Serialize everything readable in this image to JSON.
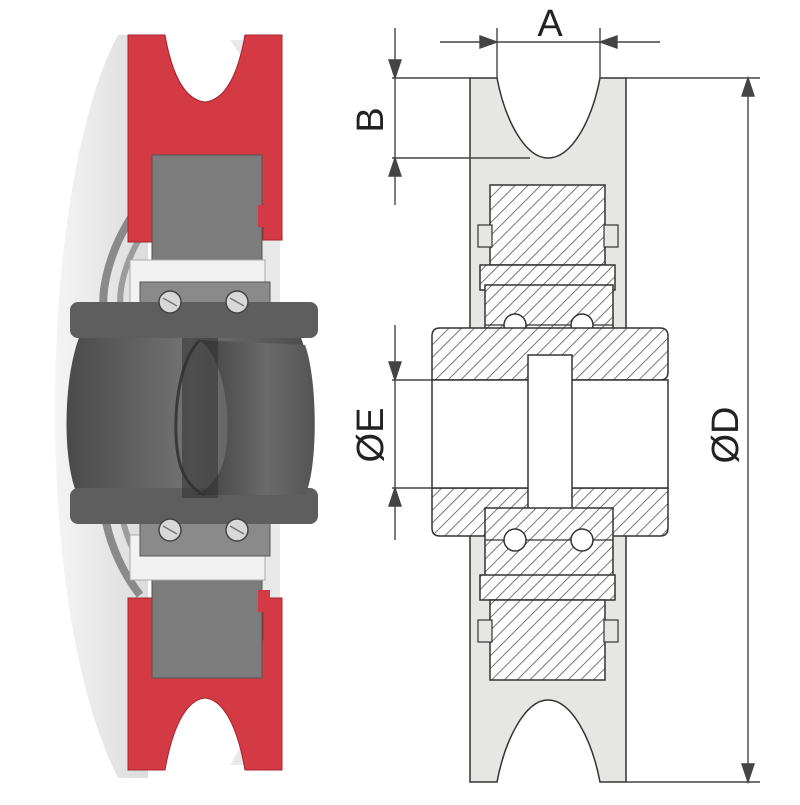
{
  "labels": {
    "a": "A",
    "b": "B",
    "d": "ØD",
    "e": "ØE"
  },
  "colors": {
    "red_casing": "#d43a44",
    "red_dark": "#b22632",
    "body_gray": "#e6e6e4",
    "insert_gray": "#7c7c7c",
    "hub_dark": "#5c5c5c",
    "hub_mid": "#6f6f6f",
    "hatch_line": "#555555",
    "outline": "#333333",
    "dim_line": "#444444"
  }
}
